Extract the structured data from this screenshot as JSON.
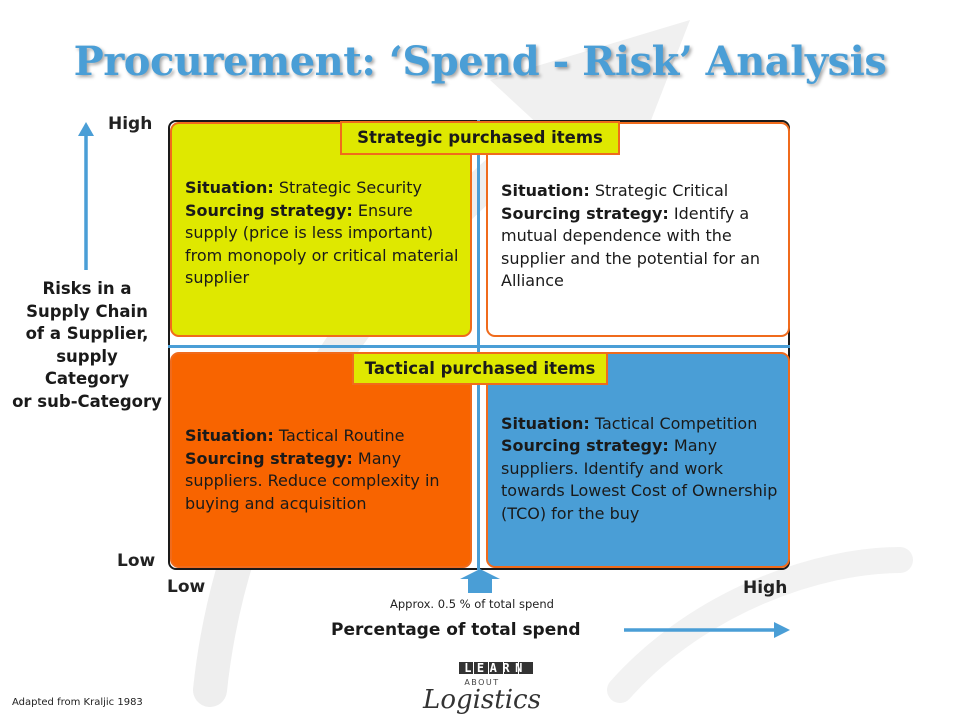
{
  "title": "Procurement: ‘Spend - Risk’ Analysis",
  "y_axis": {
    "high": "High",
    "low": "Low",
    "title_lines": [
      "Risks in a",
      "Supply Chain",
      "of a Supplier,",
      "supply",
      "Category",
      "or sub-Category"
    ]
  },
  "x_axis": {
    "low": "Low",
    "high": "High",
    "title": "Percentage of total spend",
    "marker_note": "Approx. 0.5 % of total spend"
  },
  "bands": {
    "strategic": "Strategic purchased items",
    "tactical": "Tactical purchased items"
  },
  "labels": {
    "situation": "Situation:",
    "sourcing": "Sourcing strategy:"
  },
  "quadrants": {
    "top_left": {
      "situation": "Strategic Security",
      "sourcing": "Ensure supply (price is less important) from monopoly or critical material supplier"
    },
    "top_right": {
      "situation": "Strategic Critical",
      "sourcing": "Identify a mutual dependence with the supplier and the potential for an Alliance"
    },
    "bottom_left": {
      "situation": "Tactical Routine",
      "sourcing": "Many suppliers. Reduce complexity in buying and acquisition"
    },
    "bottom_right": {
      "situation": "Tactical Competition",
      "sourcing": "Many suppliers. Identify and work towards Lowest Cost of Ownership (TCO) for the buy"
    }
  },
  "logo": {
    "line1": "LEARN",
    "line2": "ABOUT",
    "line3": "Logistics"
  },
  "credit": "Adapted from Kraljic 1983",
  "colors": {
    "title": "#4a9ed6",
    "axis_arrow": "#4a9ed6",
    "yellow": "#dfe800",
    "orange": "#f86400",
    "blue": "#4a9ed6",
    "border": "#f06b1c"
  }
}
